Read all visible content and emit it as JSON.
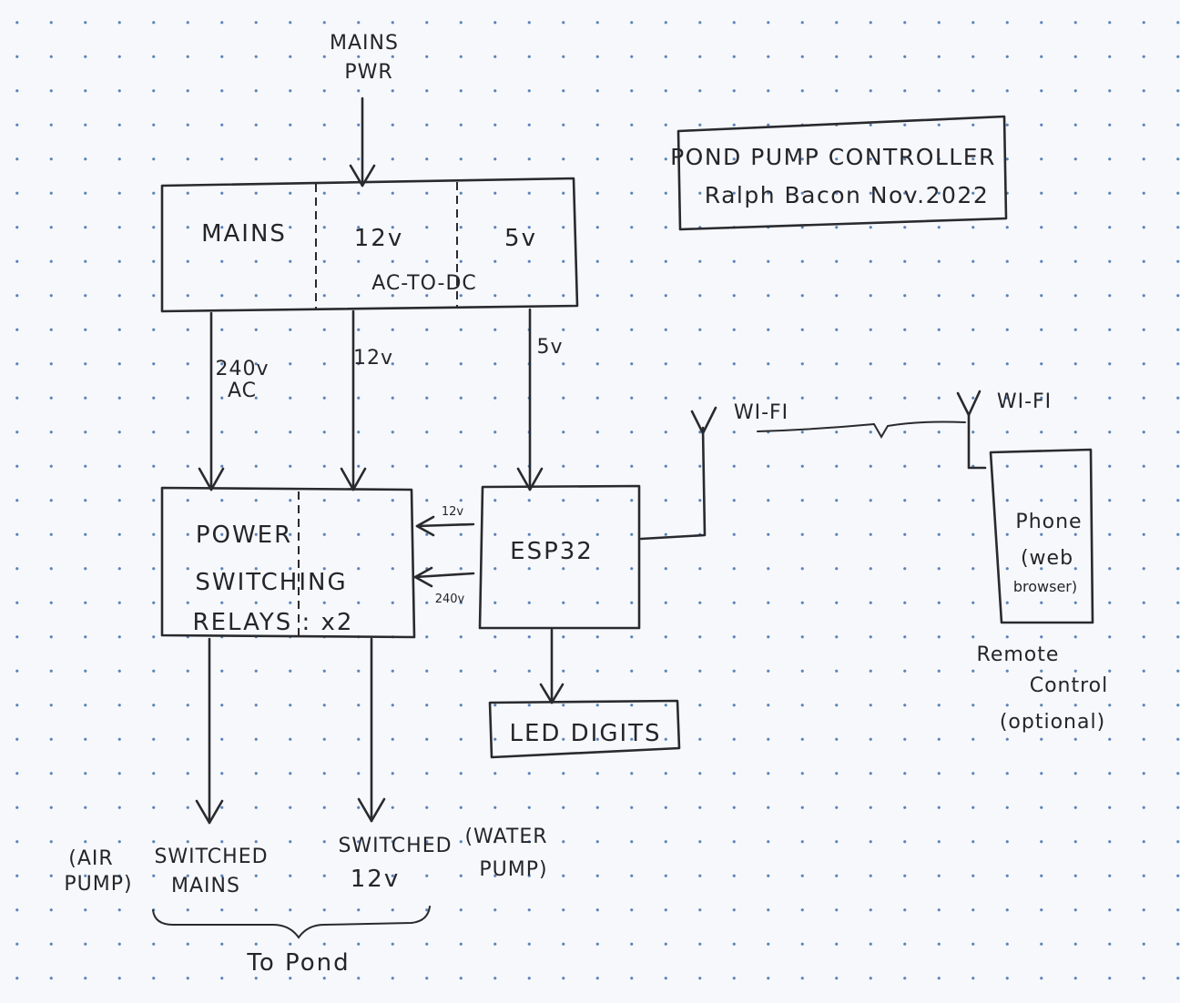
{
  "mains_input": [
    "MAINS",
    "PWR"
  ],
  "title_box": {
    "line1": "POND PUMP CONTROLLER",
    "line2": "Ralph Bacon Nov.2022"
  },
  "psu": {
    "section_mains": "MAINS",
    "section_12v": "12v",
    "section_5v": "5v",
    "caption": "AC-TO-DC"
  },
  "psu_outputs": {
    "left_lines": [
      "240v",
      "AC"
    ],
    "middle": "12v",
    "right": "5v"
  },
  "relays": {
    "line1": "POWER",
    "line2": "SWITCHING",
    "line3": "RELAYS : x2"
  },
  "esp": {
    "label": "ESP32",
    "signal_12v": "12v",
    "signal_240v": "240v"
  },
  "led": {
    "label": "LED DIGITS"
  },
  "wifi": {
    "left": "WI-FI",
    "right": "WI-FI"
  },
  "phone": {
    "line1": "Phone",
    "line2": "(web",
    "line3": "browser)"
  },
  "remote_note": [
    "Remote",
    "Control",
    "(optional)"
  ],
  "outputs": {
    "air_pump": [
      "(AIR",
      "PUMP)"
    ],
    "switched_mains": [
      "SWITCHED",
      "MAINS"
    ],
    "switched_12v": [
      "SWITCHED",
      "12v"
    ],
    "water_pump": [
      "(WATER",
      "PUMP)"
    ],
    "to_pond": "To Pond"
  }
}
